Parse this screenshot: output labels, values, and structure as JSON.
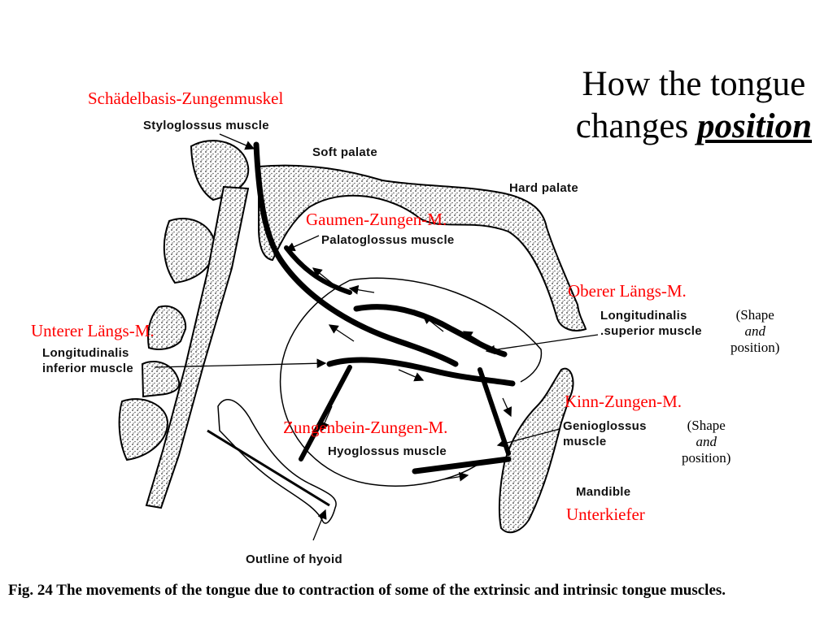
{
  "title": {
    "line1": "How the tongue",
    "line2_prefix": "changes ",
    "line2_emph": "position"
  },
  "labels_de": {
    "styloglossus": "Schädelbasis-Zungenmuskel",
    "palatoglossus": "Gaumen-Zungen-M.",
    "long_sup": "Oberer Längs-M.",
    "long_inf": "Unterer Längs-M.",
    "genioglossus": "Kinn-Zungen-M.",
    "hyoglossus": "Zungenbein-Zungen-M.",
    "mandible": "Unterkiefer"
  },
  "labels_en": {
    "styloglossus": "Styloglossus muscle",
    "soft_palate": "Soft palate",
    "hard_palate": "Hard palate",
    "palatoglossus": "Palatoglossus muscle",
    "long_sup_1": "Longitudinalis",
    "long_sup_2": ".superior muscle",
    "long_inf_1": "Longitudinalis",
    "long_inf_2": "inferior muscle",
    "genioglossus_1": "Genioglossus",
    "genioglossus_2": "muscle",
    "hyoglossus": "Hyoglossus muscle",
    "mandible": "Mandible",
    "hyoid": "Outline of hyoid"
  },
  "notes": {
    "long_sup": {
      "open": "(Shape",
      "and": "and",
      "close": "position)"
    },
    "genio": {
      "open": "(Shape",
      "and": "and",
      "close": "position)"
    }
  },
  "caption": "Fig. 24 The movements of the tongue due to contraction of some of the extrinsic and intrinsic tongue muscles."
}
